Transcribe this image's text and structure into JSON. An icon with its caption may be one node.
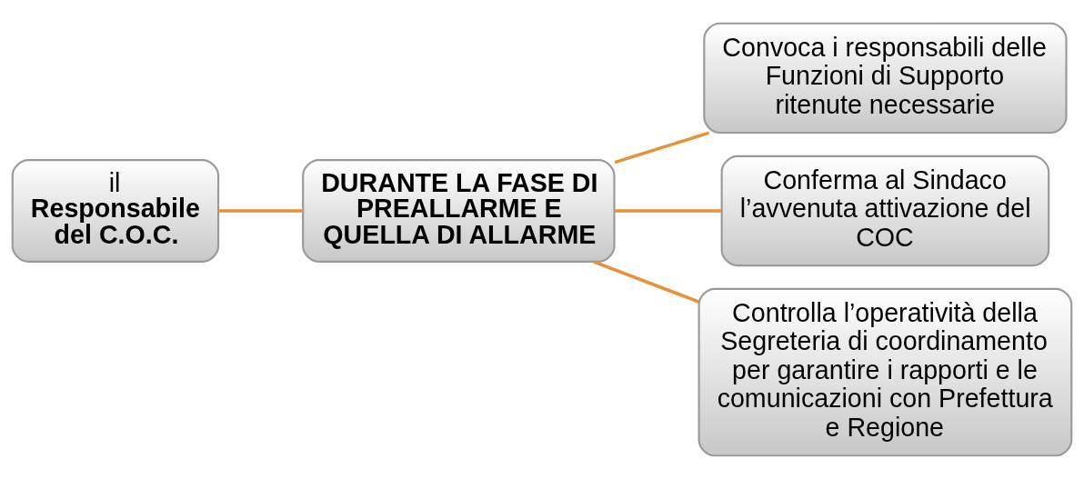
{
  "diagram": {
    "nodes": [
      {
        "text": [
          "il **Responsabile del C.O.C.**"
        ]
      },
      {
        "text": [
          "DURANTE LA FASE DI PREALLARME E QUELLA DI ALLARME"
        ]
      },
      {
        "text": [
          "Convoca i responsabili delle Funzioni di Supporto ritenute necessarie"
        ]
      },
      {
        "text": [
          "Conferma al Sindaco l’avvenuta attivazione del COC"
        ]
      },
      {
        "text": [
          "Controlla l’operatività della Segreteria di coordinamento per garantire i rapporti e le comunicazioni con Prefettura e Regione"
        ]
      }
    ],
    "edges": [
      {
        "from": 0,
        "to": 1,
        "arrow": "none"
      },
      {
        "from": 1,
        "to": 2,
        "arrow": "none"
      },
      {
        "from": 1,
        "to": 3,
        "arrow": "none"
      },
      {
        "from": 1,
        "to": 4,
        "arrow": "none"
      }
    ]
  }
}
